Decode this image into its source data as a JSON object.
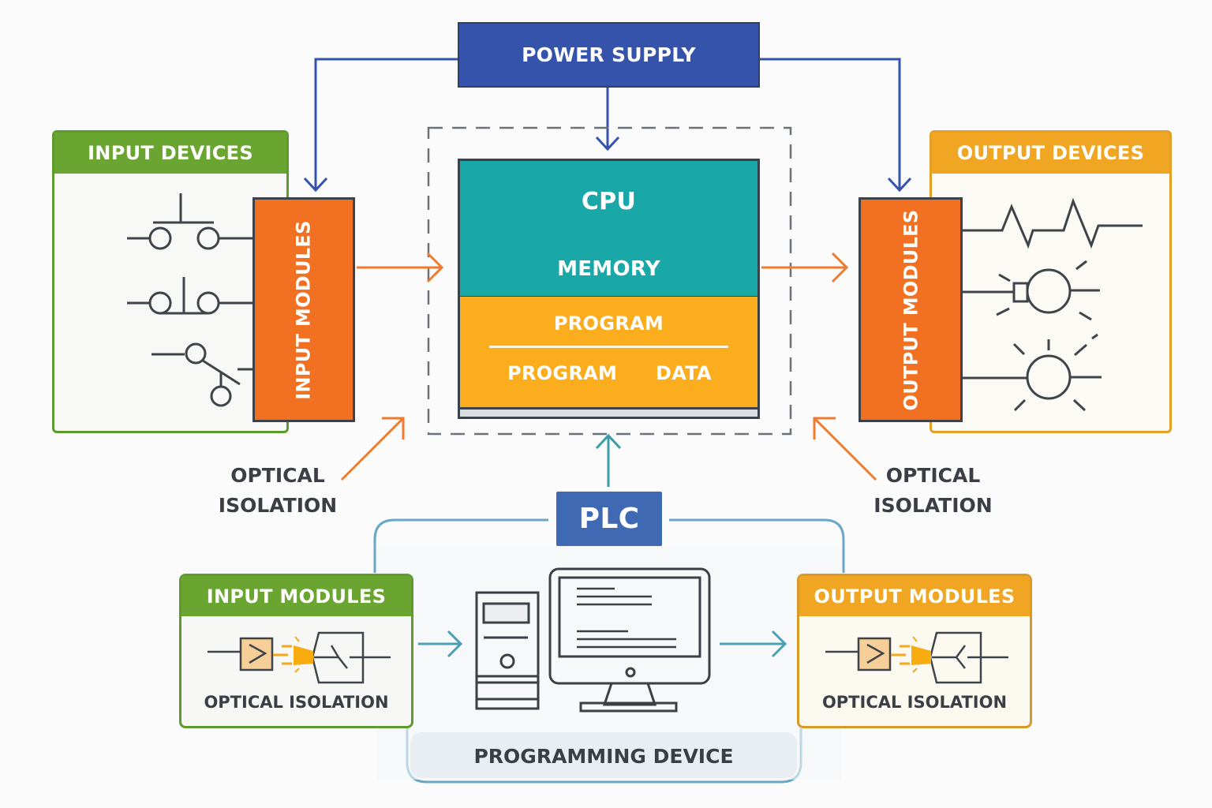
{
  "diagram": {
    "title": "PLC",
    "power_supply": "POWER SUPPLY",
    "input_devices": {
      "title": "INPUT DEVICES",
      "symbols": [
        "push-button-normally-open",
        "push-button-normally-closed",
        "limit-switch"
      ]
    },
    "output_devices": {
      "title": "OUTPUT DEVICES",
      "symbols": [
        "resistor-heater",
        "motor-lamp",
        "indicator-lamp"
      ]
    },
    "input_modules_label": "INPUT MODULES",
    "output_modules_label": "OUTPUT MODULES",
    "cpu": {
      "cpu_label": "CPU",
      "memory_label": "MEMORY",
      "program_label": "PROGRAM",
      "program_sub_label": "PROGRAM",
      "data_sub_label": "DATA"
    },
    "optical_isolation_left": [
      "OPTICAL",
      "ISOLATION"
    ],
    "optical_isolation_right": [
      "OPTICAL",
      "ISOLATION"
    ],
    "programming_device": "PROGRAMMING DEVICE",
    "input_modules_card": {
      "title": "INPUT MODULES",
      "caption": "OPTICAL ISOLATION"
    },
    "output_modules_card": {
      "title": "OUTPUT MODULES",
      "caption": "OPTICAL ISOLATION"
    },
    "colors": {
      "power": "#3553ab",
      "input_green": "#6aa532",
      "output_amber": "#f0a523",
      "module_orange": "#f27022",
      "cpu_teal": "#19a7a7",
      "program_yellow": "#fbad1e",
      "plc_blue": "#3f69b3",
      "connector_blue": "#3553ab",
      "connector_orange": "#f07a2e",
      "connector_teal": "#4a9fb5"
    }
  }
}
